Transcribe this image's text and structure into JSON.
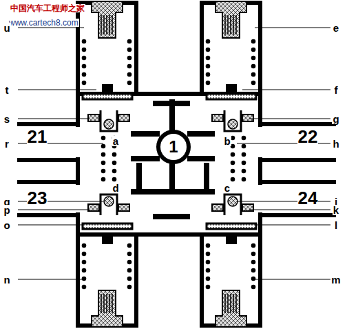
{
  "diagram": {
    "nodes": [
      {
        "text": [
          "1"
        ]
      }
    ],
    "labels": [
      "中国汽车工程师之家",
      "www.cartech8.com",
      "u",
      "t",
      "s",
      "r",
      "q",
      "p",
      "o",
      "n",
      "e",
      "f",
      "g",
      "h",
      "j",
      "k",
      "l",
      "m",
      "21",
      "22",
      "23",
      "24",
      "a",
      "b",
      "c",
      "d"
    ]
  }
}
